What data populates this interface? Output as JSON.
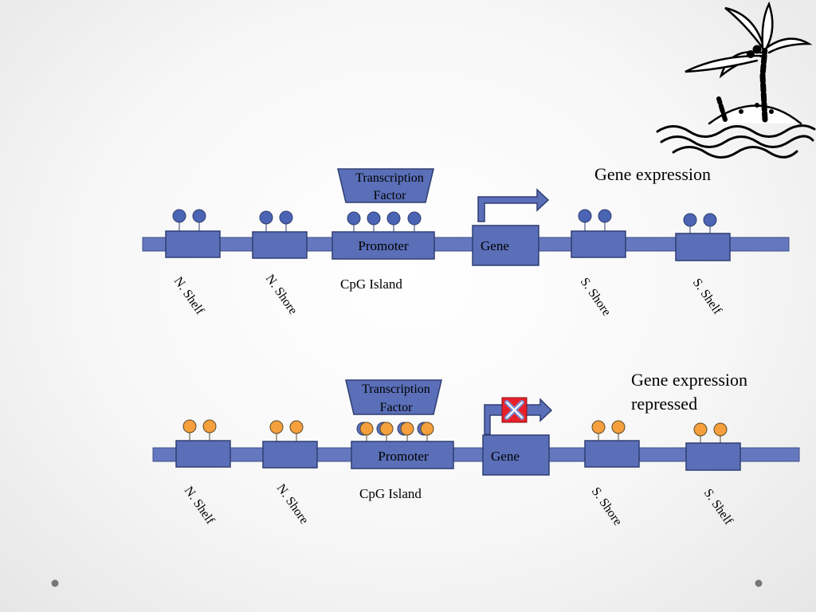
{
  "panels": [
    {
      "id": "active",
      "status_label": "Gene expression",
      "methylated": false,
      "transcription_factor_label": [
        "Transcription",
        "Factor"
      ],
      "promoter_label": "Promoter",
      "gene_label": "Gene",
      "cpg_island_label": "CpG Island",
      "region_labels": {
        "n_shelf": "N. Shelf",
        "n_shore": "N. Shore",
        "s_shore": "S. Shore",
        "s_shelf": "S. Shelf"
      },
      "transcription_blocked": false
    },
    {
      "id": "repressed",
      "status_label": [
        "Gene expression",
        "repressed"
      ],
      "methylated": true,
      "transcription_factor_label": [
        "Transcription",
        "Factor"
      ],
      "promoter_label": "Promoter",
      "gene_label": "Gene",
      "cpg_island_label": "CpG Island",
      "region_labels": {
        "n_shelf": "N. Shelf",
        "n_shore": "N. Shore",
        "s_shore": "S. Shore",
        "s_shelf": "S. Shelf"
      },
      "transcription_blocked": true
    }
  ],
  "colors": {
    "dna_strand": "#6578bf",
    "box_fill": "#5a6fb8",
    "box_stroke": "#2f3e72",
    "unmethylated_cpg": "#4c64b4",
    "methylated_cpg": "#f5a03c",
    "block_mark": "#e8202a"
  },
  "decorative_icon": "palm-island-icon"
}
